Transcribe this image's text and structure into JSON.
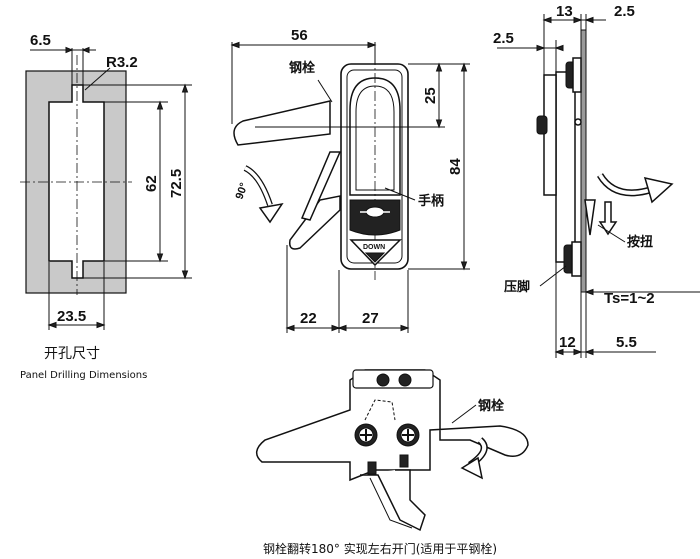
{
  "panel_view": {
    "dims": {
      "slot_width": "6.5",
      "radius": "R3.2",
      "inner_height": "62",
      "outer_height": "72.5",
      "width": "23.5"
    },
    "caption_cn": "开孔尺寸",
    "caption_en": "Panel Drilling Dimensions"
  },
  "front_view": {
    "dims": {
      "bolt_length": "56",
      "top_offset": "25",
      "height": "84",
      "left_offset": "22",
      "body_width": "27"
    },
    "labels": {
      "bolt": "钢栓",
      "handle": "手柄",
      "push": "DOWN",
      "rotation": "90°"
    }
  },
  "side_view": {
    "dims": {
      "top_gap": "2.5",
      "depth": "13",
      "top_right": "2.5",
      "thickness": "Ts=1~2",
      "bottom_depth": "12",
      "bottom_right": "5.5"
    },
    "labels": {
      "button": "按扭",
      "foot": "压脚"
    }
  },
  "bottom_view": {
    "labels": {
      "bolt": "钢栓"
    },
    "caption": "钢栓翻转180°   实现左右开门(适用于平钢栓)"
  },
  "colors": {
    "ink": "#111111",
    "panel_fill": "#c9c9c9",
    "background": "#ffffff"
  }
}
